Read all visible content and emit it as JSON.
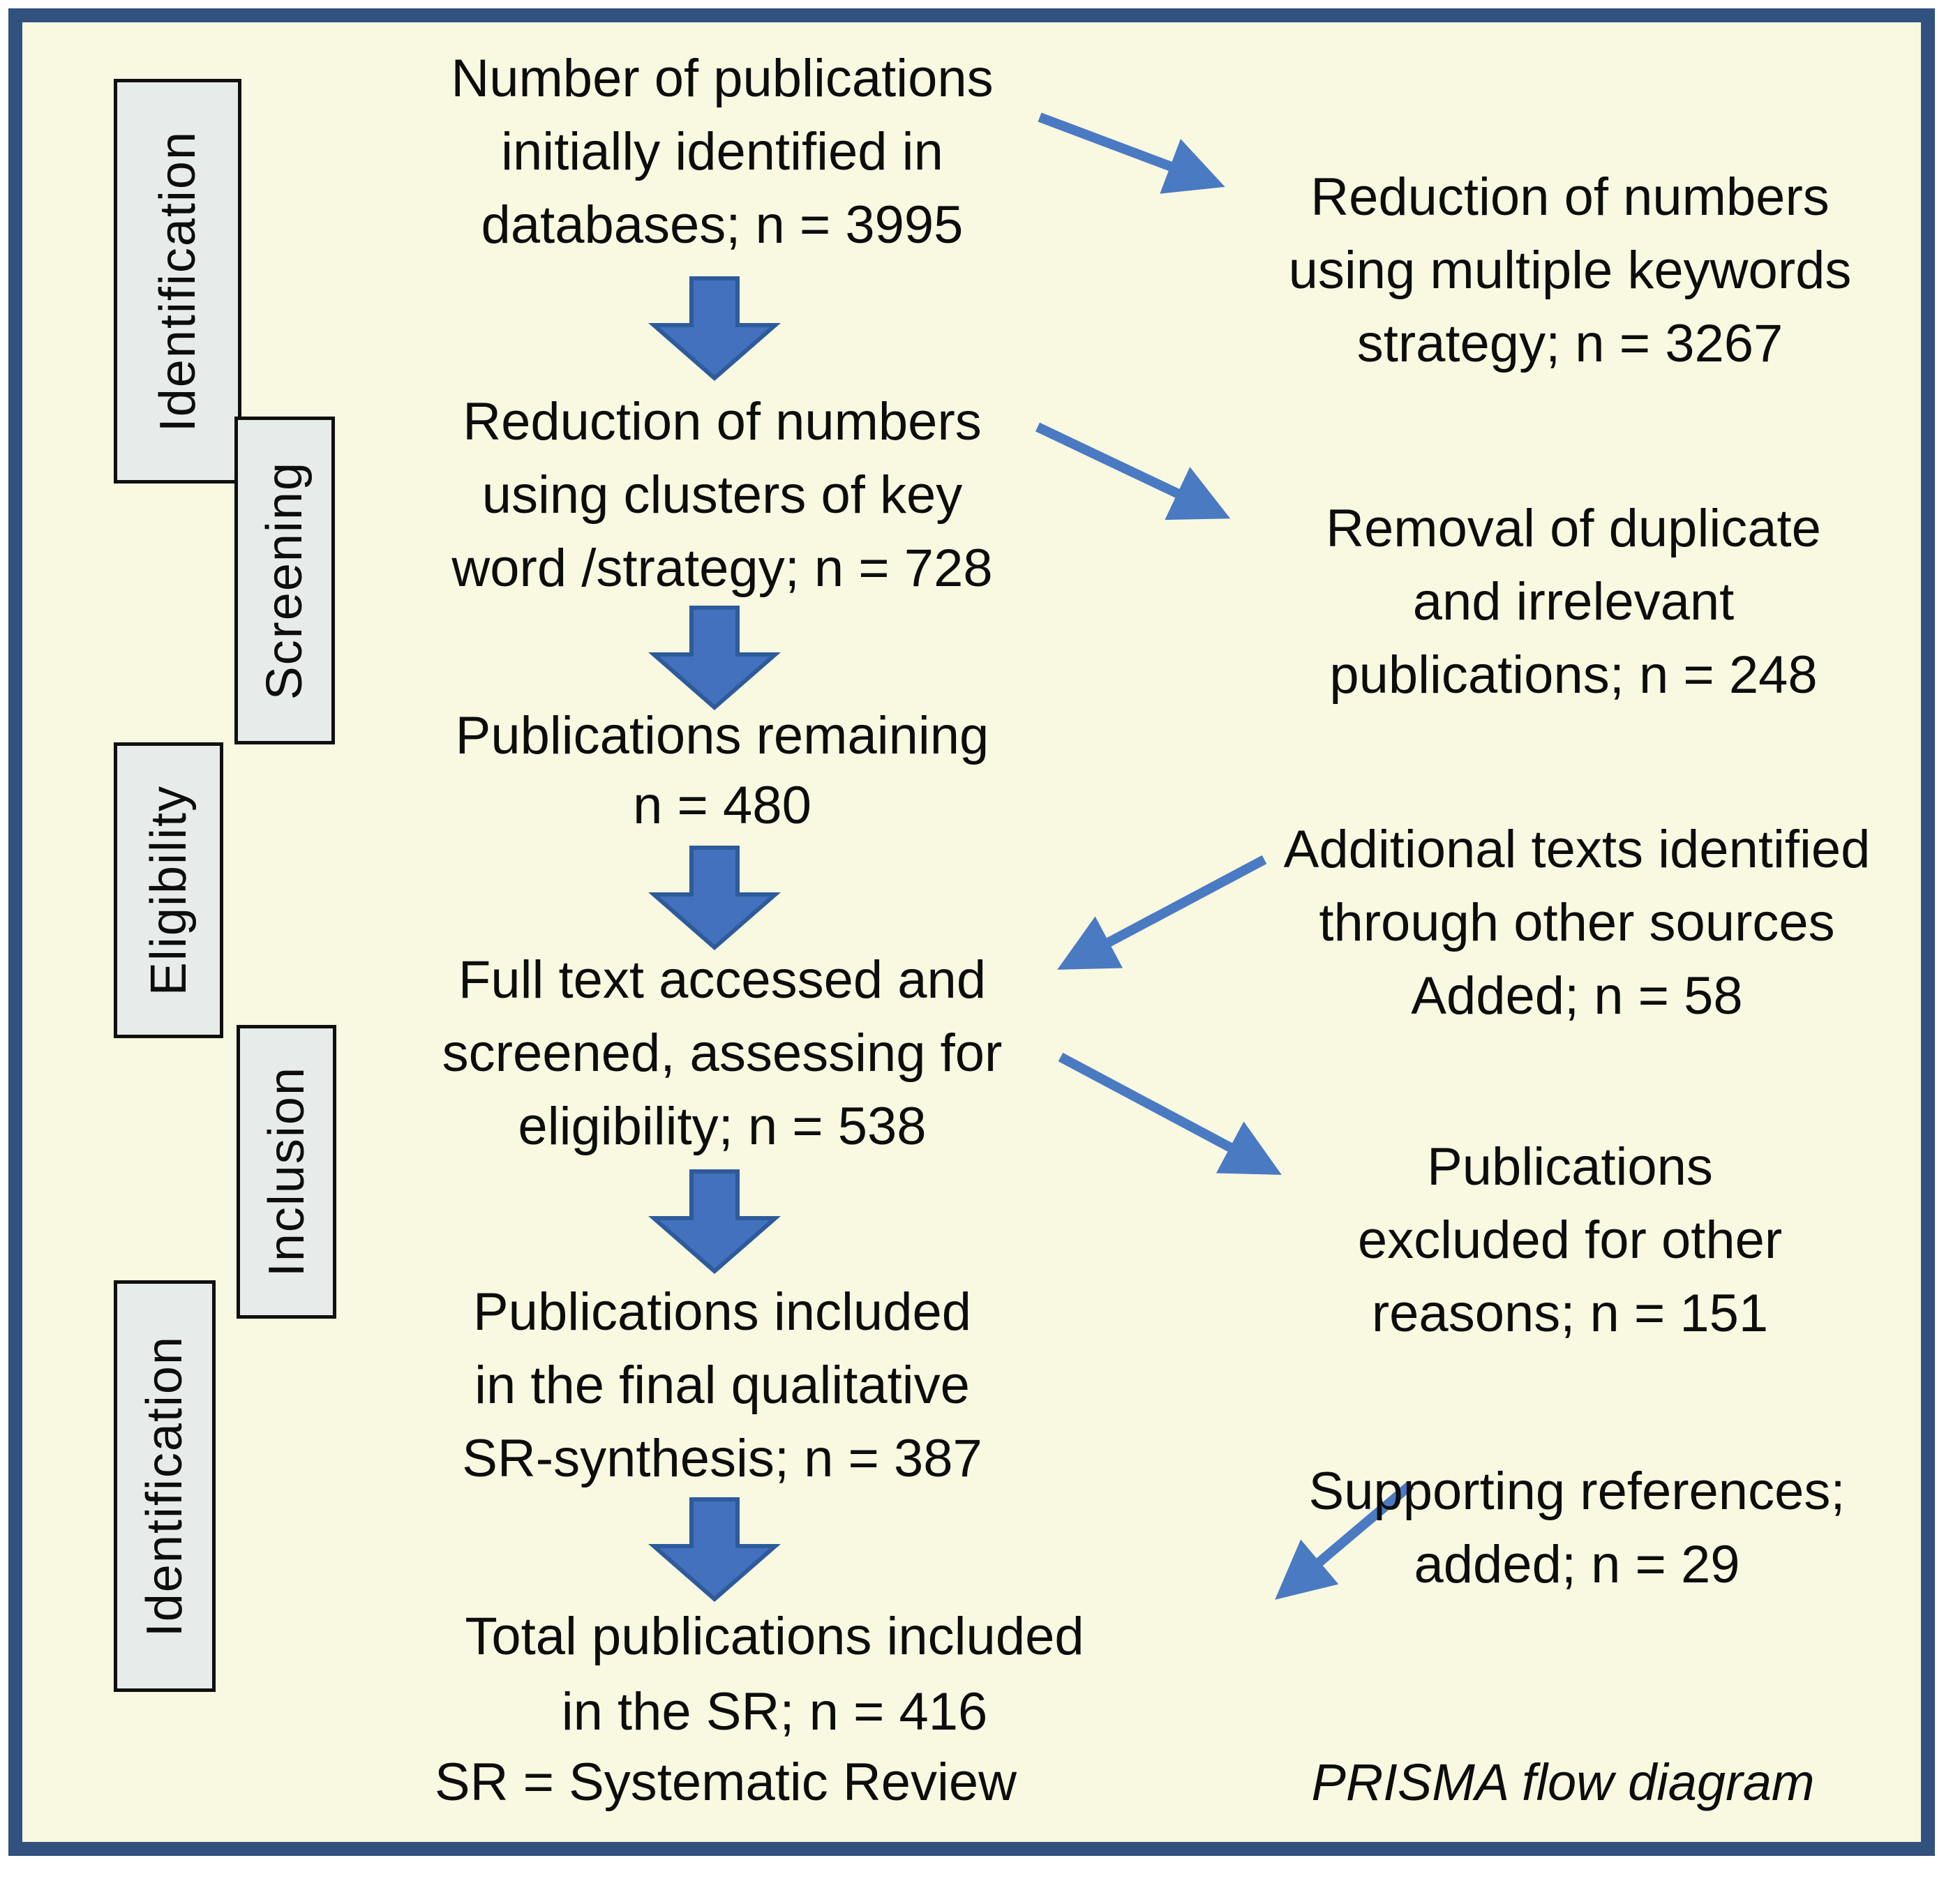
{
  "diagram": {
    "caption": "PRISMA flow diagram",
    "footnote": "SR = Systematic Review",
    "stages": [
      {
        "label": "Identification"
      },
      {
        "label": "Screening"
      },
      {
        "label": "Eligibility"
      },
      {
        "label": "Inclusion"
      },
      {
        "label": "Identification"
      }
    ],
    "flow": [
      {
        "text": "Number of publications\ninitially identified in\ndatabases; n = 3995",
        "n": 3995
      },
      {
        "text": "Reduction of numbers\nusing clusters of key\nword /strategy; n = 728",
        "n": 728
      },
      {
        "text": "Publications remaining\nn = 480",
        "n": 480
      },
      {
        "text": "Full text accessed and\nscreened, assessing for\neligibility; n = 538",
        "n": 538
      },
      {
        "text": "Publications included\nin the final qualitative\nSR-synthesis; n = 387",
        "n": 387
      },
      {
        "text": "Total publications included\nin the SR; n = 416",
        "n": 416
      }
    ],
    "notes": [
      {
        "text": "Reduction of numbers\nusing multiple keywords\nstrategy; n = 3267",
        "n": 3267
      },
      {
        "text": "Removal of duplicate\nand irrelevant\npublications; n = 248",
        "n": 248
      },
      {
        "text": "Additional texts identified\nthrough other sources\nAdded; n = 58",
        "n": 58
      },
      {
        "text": "Publications\nexcluded for other\nreasons; n = 151",
        "n": 151
      },
      {
        "text": "Supporting references;\nadded; n = 29",
        "n": 29
      }
    ],
    "colors": {
      "panel_background": "#f9f9e1",
      "panel_border": "#31517f",
      "arrow_fill": "#4371bd",
      "arrow_outline": "#2d5b9b",
      "connector": "#4a7ac2",
      "stage_label_background": "#e7ebe9",
      "stage_label_border": "#101010",
      "text": "#0d0d0d"
    }
  }
}
